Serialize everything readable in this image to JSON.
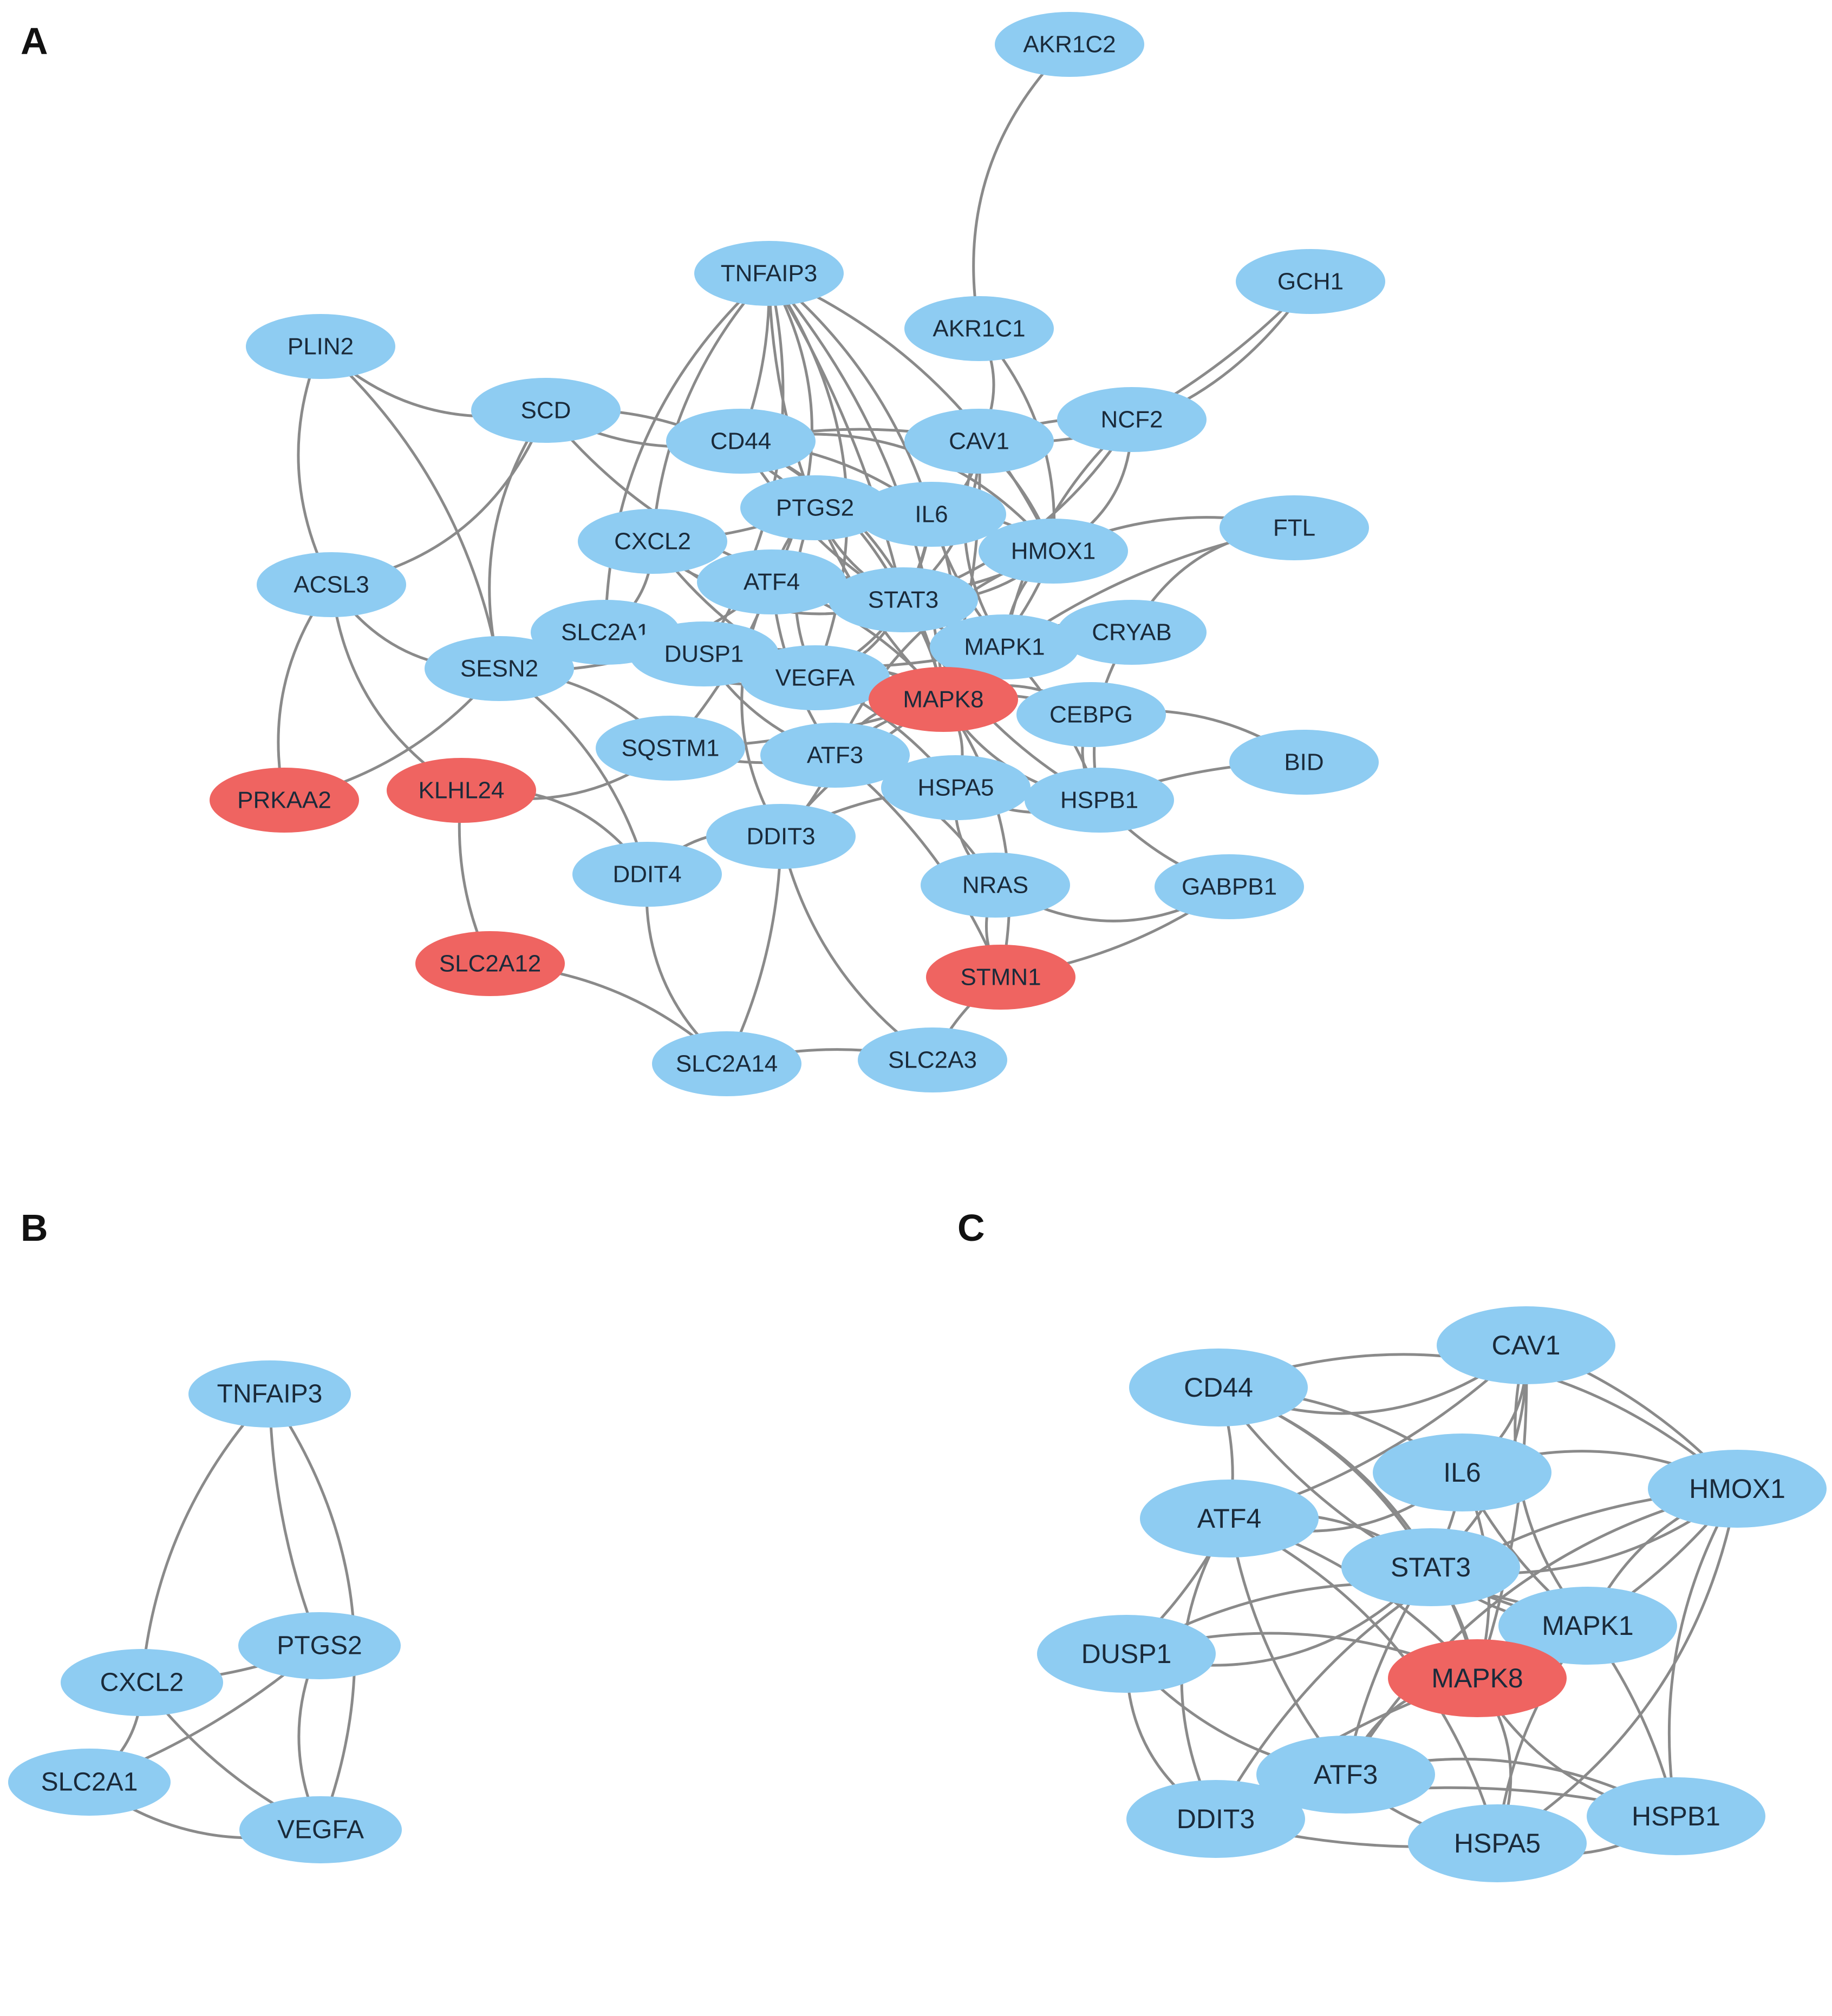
{
  "colors": {
    "default_node": "#8ECCF2",
    "highlight_node": "#EF6461",
    "edge": "#8A8A8A",
    "label_text": "#1A2A3A"
  },
  "panels": [
    {
      "id": "A",
      "letter": "A",
      "nodes": [
        {
          "id": "AKR1C2",
          "label": "AKR1C2",
          "highlight": false
        },
        {
          "id": "TNFAIP3",
          "label": "TNFAIP3",
          "highlight": false
        },
        {
          "id": "AKR1C1",
          "label": "AKR1C1",
          "highlight": false
        },
        {
          "id": "GCH1",
          "label": "GCH1",
          "highlight": false
        },
        {
          "id": "PLIN2",
          "label": "PLIN2",
          "highlight": false
        },
        {
          "id": "SCD",
          "label": "SCD",
          "highlight": false
        },
        {
          "id": "CD44",
          "label": "CD44",
          "highlight": false
        },
        {
          "id": "CAV1",
          "label": "CAV1",
          "highlight": false
        },
        {
          "id": "NCF2",
          "label": "NCF2",
          "highlight": false
        },
        {
          "id": "PTGS2",
          "label": "PTGS2",
          "highlight": false
        },
        {
          "id": "IL6",
          "label": "IL6",
          "highlight": false
        },
        {
          "id": "FTL",
          "label": "FTL",
          "highlight": false
        },
        {
          "id": "CXCL2",
          "label": "CXCL2",
          "highlight": false
        },
        {
          "id": "HMOX1",
          "label": "HMOX1",
          "highlight": false
        },
        {
          "id": "ACSL3",
          "label": "ACSL3",
          "highlight": false
        },
        {
          "id": "ATF4",
          "label": "ATF4",
          "highlight": false
        },
        {
          "id": "STAT3",
          "label": "STAT3",
          "highlight": false
        },
        {
          "id": "SLC2A1",
          "label": "SLC2A1",
          "highlight": false
        },
        {
          "id": "CRYAB",
          "label": "CRYAB",
          "highlight": false
        },
        {
          "id": "MAPK1",
          "label": "MAPK1",
          "highlight": false
        },
        {
          "id": "SESN2",
          "label": "SESN2",
          "highlight": false
        },
        {
          "id": "DUSP1",
          "label": "DUSP1",
          "highlight": false
        },
        {
          "id": "VEGFA",
          "label": "VEGFA",
          "highlight": false
        },
        {
          "id": "MAPK8",
          "label": "MAPK8",
          "highlight": true
        },
        {
          "id": "CEBPG",
          "label": "CEBPG",
          "highlight": false
        },
        {
          "id": "SQSTM1",
          "label": "SQSTM1",
          "highlight": false
        },
        {
          "id": "ATF3",
          "label": "ATF3",
          "highlight": false
        },
        {
          "id": "BID",
          "label": "BID",
          "highlight": false
        },
        {
          "id": "PRKAA2",
          "label": "PRKAA2",
          "highlight": true
        },
        {
          "id": "KLHL24",
          "label": "KLHL24",
          "highlight": true
        },
        {
          "id": "HSPA5",
          "label": "HSPA5",
          "highlight": false
        },
        {
          "id": "HSPB1",
          "label": "HSPB1",
          "highlight": false
        },
        {
          "id": "DDIT3",
          "label": "DDIT3",
          "highlight": false
        },
        {
          "id": "DDIT4",
          "label": "DDIT4",
          "highlight": false
        },
        {
          "id": "NRAS",
          "label": "NRAS",
          "highlight": false
        },
        {
          "id": "GABPB1",
          "label": "GABPB1",
          "highlight": false
        },
        {
          "id": "SLC2A12",
          "label": "SLC2A12",
          "highlight": true
        },
        {
          "id": "STMN1",
          "label": "STMN1",
          "highlight": true
        },
        {
          "id": "SLC2A14",
          "label": "SLC2A14",
          "highlight": false
        },
        {
          "id": "SLC2A3",
          "label": "SLC2A3",
          "highlight": false
        }
      ],
      "edges": [
        [
          "AKR1C2",
          "AKR1C1"
        ],
        [
          "TNFAIP3",
          "CD44"
        ],
        [
          "TNFAIP3",
          "PTGS2"
        ],
        [
          "TNFAIP3",
          "IL6"
        ],
        [
          "TNFAIP3",
          "CXCL2"
        ],
        [
          "TNFAIP3",
          "ATF4"
        ],
        [
          "TNFAIP3",
          "STAT3"
        ],
        [
          "TNFAIP3",
          "VEGFA"
        ],
        [
          "TNFAIP3",
          "MAPK8"
        ],
        [
          "TNFAIP3",
          "HMOX1"
        ],
        [
          "TNFAIP3",
          "DUSP1"
        ],
        [
          "TNFAIP3",
          "SLC2A1"
        ],
        [
          "AKR1C1",
          "CAV1"
        ],
        [
          "AKR1C1",
          "HMOX1"
        ],
        [
          "GCH1",
          "NCF2"
        ],
        [
          "GCH1",
          "CAV1"
        ],
        [
          "PLIN2",
          "SCD"
        ],
        [
          "PLIN2",
          "ACSL3"
        ],
        [
          "PLIN2",
          "SESN2"
        ],
        [
          "SCD",
          "ACSL3"
        ],
        [
          "SCD",
          "CD44"
        ],
        [
          "SCD",
          "STAT3"
        ],
        [
          "SCD",
          "SESN2"
        ],
        [
          "SCD",
          "PTGS2"
        ],
        [
          "CD44",
          "CAV1"
        ],
        [
          "CD44",
          "IL6"
        ],
        [
          "CD44",
          "STAT3"
        ],
        [
          "CD44",
          "MAPK1"
        ],
        [
          "CD44",
          "HMOX1"
        ],
        [
          "CD44",
          "MAPK8"
        ],
        [
          "CAV1",
          "IL6"
        ],
        [
          "CAV1",
          "STAT3"
        ],
        [
          "CAV1",
          "MAPK1"
        ],
        [
          "CAV1",
          "HMOX1"
        ],
        [
          "CAV1",
          "MAPK8"
        ],
        [
          "CAV1",
          "NCF2"
        ],
        [
          "NCF2",
          "HMOX1"
        ],
        [
          "NCF2",
          "MAPK1"
        ],
        [
          "NCF2",
          "STAT3"
        ],
        [
          "PTGS2",
          "IL6"
        ],
        [
          "PTGS2",
          "STAT3"
        ],
        [
          "PTGS2",
          "VEGFA"
        ],
        [
          "PTGS2",
          "CXCL2"
        ],
        [
          "PTGS2",
          "MAPK8"
        ],
        [
          "PTGS2",
          "ATF4"
        ],
        [
          "IL6",
          "STAT3"
        ],
        [
          "IL6",
          "HMOX1"
        ],
        [
          "IL6",
          "MAPK1"
        ],
        [
          "IL6",
          "MAPK8"
        ],
        [
          "IL6",
          "VEGFA"
        ],
        [
          "FTL",
          "HMOX1"
        ],
        [
          "FTL",
          "MAPK8"
        ],
        [
          "FTL",
          "CRYAB"
        ],
        [
          "CXCL2",
          "ATF4"
        ],
        [
          "CXCL2",
          "STAT3"
        ],
        [
          "CXCL2",
          "SLC2A1"
        ],
        [
          "CXCL2",
          "VEGFA"
        ],
        [
          "HMOX1",
          "STAT3"
        ],
        [
          "HMOX1",
          "MAPK1"
        ],
        [
          "HMOX1",
          "MAPK8"
        ],
        [
          "HMOX1",
          "ATF4"
        ],
        [
          "HMOX1",
          "ATF3"
        ],
        [
          "ACSL3",
          "SESN2"
        ],
        [
          "ACSL3",
          "PRKAA2"
        ],
        [
          "ACSL3",
          "KLHL24"
        ],
        [
          "ATF4",
          "STAT3"
        ],
        [
          "ATF4",
          "ATF3"
        ],
        [
          "ATF4",
          "DDIT3"
        ],
        [
          "ATF4",
          "SESN2"
        ],
        [
          "ATF4",
          "MAPK8"
        ],
        [
          "ATF4",
          "SQSTM1"
        ],
        [
          "STAT3",
          "MAPK1"
        ],
        [
          "STAT3",
          "MAPK8"
        ],
        [
          "STAT3",
          "VEGFA"
        ],
        [
          "STAT3",
          "HSPB1"
        ],
        [
          "SLC2A1",
          "DUSP1"
        ],
        [
          "SLC2A1",
          "VEGFA"
        ],
        [
          "SLC2A1",
          "SESN2"
        ],
        [
          "CRYAB",
          "MAPK1"
        ],
        [
          "CRYAB",
          "HSPB1"
        ],
        [
          "MAPK1",
          "MAPK8"
        ],
        [
          "MAPK1",
          "HSPB1"
        ],
        [
          "SESN2",
          "PRKAA2"
        ],
        [
          "SESN2",
          "SQSTM1"
        ],
        [
          "SESN2",
          "DDIT4"
        ],
        [
          "DUSP1",
          "MAPK8"
        ],
        [
          "DUSP1",
          "MAPK1"
        ],
        [
          "DUSP1",
          "ATF3"
        ],
        [
          "VEGFA",
          "MAPK8"
        ],
        [
          "VEGFA",
          "HSPA5"
        ],
        [
          "MAPK8",
          "ATF3"
        ],
        [
          "MAPK8",
          "HSPB1"
        ],
        [
          "MAPK8",
          "CEBPG"
        ],
        [
          "MAPK8",
          "HSPA5"
        ],
        [
          "MAPK8",
          "STMN1"
        ],
        [
          "MAPK8",
          "DDIT3"
        ],
        [
          "MAPK8",
          "SQSTM1"
        ],
        [
          "CEBPG",
          "BID"
        ],
        [
          "CEBPG",
          "HSPB1"
        ],
        [
          "CEBPG",
          "ATF3"
        ],
        [
          "SQSTM1",
          "ATF3"
        ],
        [
          "SQSTM1",
          "KLHL24"
        ],
        [
          "ATF3",
          "HSPA5"
        ],
        [
          "ATF3",
          "DDIT3"
        ],
        [
          "ATF3",
          "NRAS"
        ],
        [
          "BID",
          "HSPB1"
        ],
        [
          "KLHL24",
          "DDIT4"
        ],
        [
          "KLHL24",
          "SLC2A12"
        ],
        [
          "HSPA5",
          "HSPB1"
        ],
        [
          "HSPA5",
          "NRAS"
        ],
        [
          "HSPA5",
          "DDIT3"
        ],
        [
          "HSPB1",
          "GABPB1"
        ],
        [
          "DDIT3",
          "DDIT4"
        ],
        [
          "DDIT3",
          "SLC2A14"
        ],
        [
          "DDIT4",
          "SLC2A14"
        ],
        [
          "NRAS",
          "GABPB1"
        ],
        [
          "NRAS",
          "STMN1"
        ],
        [
          "GABPB1",
          "STMN1"
        ],
        [
          "SLC2A12",
          "SLC2A14"
        ],
        [
          "SLC2A14",
          "SLC2A3"
        ],
        [
          "SLC2A3",
          "DDIT3"
        ],
        [
          "STMN1",
          "SLC2A3"
        ],
        [
          "STMN1",
          "ATF3"
        ]
      ]
    },
    {
      "id": "B",
      "letter": "B",
      "nodes": [
        {
          "id": "TNFAIP3",
          "label": "TNFAIP3",
          "highlight": false
        },
        {
          "id": "PTGS2",
          "label": "PTGS2",
          "highlight": false
        },
        {
          "id": "CXCL2",
          "label": "CXCL2",
          "highlight": false
        },
        {
          "id": "SLC2A1",
          "label": "SLC2A1",
          "highlight": false
        },
        {
          "id": "VEGFA",
          "label": "VEGFA",
          "highlight": false
        }
      ],
      "edges": [
        [
          "TNFAIP3",
          "PTGS2"
        ],
        [
          "TNFAIP3",
          "CXCL2"
        ],
        [
          "TNFAIP3",
          "VEGFA"
        ],
        [
          "PTGS2",
          "CXCL2"
        ],
        [
          "PTGS2",
          "VEGFA"
        ],
        [
          "PTGS2",
          "SLC2A1"
        ],
        [
          "CXCL2",
          "SLC2A1"
        ],
        [
          "CXCL2",
          "VEGFA"
        ],
        [
          "SLC2A1",
          "VEGFA"
        ]
      ]
    },
    {
      "id": "C",
      "letter": "C",
      "nodes": [
        {
          "id": "CAV1",
          "label": "CAV1",
          "highlight": false
        },
        {
          "id": "CD44",
          "label": "CD44",
          "highlight": false
        },
        {
          "id": "IL6",
          "label": "IL6",
          "highlight": false
        },
        {
          "id": "HMOX1",
          "label": "HMOX1",
          "highlight": false
        },
        {
          "id": "ATF4",
          "label": "ATF4",
          "highlight": false
        },
        {
          "id": "STAT3",
          "label": "STAT3",
          "highlight": false
        },
        {
          "id": "MAPK1",
          "label": "MAPK1",
          "highlight": false
        },
        {
          "id": "DUSP1",
          "label": "DUSP1",
          "highlight": false
        },
        {
          "id": "MAPK8",
          "label": "MAPK8",
          "highlight": true
        },
        {
          "id": "ATF3",
          "label": "ATF3",
          "highlight": false
        },
        {
          "id": "DDIT3",
          "label": "DDIT3",
          "highlight": false
        },
        {
          "id": "HSPB1",
          "label": "HSPB1",
          "highlight": false
        },
        {
          "id": "HSPA5",
          "label": "HSPA5",
          "highlight": false
        }
      ],
      "edges": [
        [
          "CAV1",
          "CD44"
        ],
        [
          "CAV1",
          "IL6"
        ],
        [
          "CAV1",
          "HMOX1"
        ],
        [
          "CAV1",
          "STAT3"
        ],
        [
          "CAV1",
          "MAPK1"
        ],
        [
          "CAV1",
          "MAPK8"
        ],
        [
          "CAV1",
          "ATF4"
        ],
        [
          "CD44",
          "IL6"
        ],
        [
          "CD44",
          "STAT3"
        ],
        [
          "CD44",
          "HMOX1"
        ],
        [
          "CD44",
          "MAPK8"
        ],
        [
          "CD44",
          "ATF4"
        ],
        [
          "CD44",
          "MAPK1"
        ],
        [
          "IL6",
          "HMOX1"
        ],
        [
          "IL6",
          "STAT3"
        ],
        [
          "IL6",
          "MAPK1"
        ],
        [
          "IL6",
          "MAPK8"
        ],
        [
          "IL6",
          "ATF4"
        ],
        [
          "HMOX1",
          "STAT3"
        ],
        [
          "HMOX1",
          "MAPK1"
        ],
        [
          "HMOX1",
          "MAPK8"
        ],
        [
          "HMOX1",
          "ATF3"
        ],
        [
          "HMOX1",
          "HSPA5"
        ],
        [
          "HMOX1",
          "HSPB1"
        ],
        [
          "HMOX1",
          "DDIT3"
        ],
        [
          "ATF4",
          "STAT3"
        ],
        [
          "ATF4",
          "ATF3"
        ],
        [
          "ATF4",
          "DDIT3"
        ],
        [
          "ATF4",
          "MAPK8"
        ],
        [
          "ATF4",
          "DUSP1"
        ],
        [
          "ATF4",
          "HSPA5"
        ],
        [
          "STAT3",
          "MAPK1"
        ],
        [
          "STAT3",
          "MAPK8"
        ],
        [
          "STAT3",
          "DUSP1"
        ],
        [
          "STAT3",
          "ATF3"
        ],
        [
          "MAPK1",
          "MAPK8"
        ],
        [
          "MAPK1",
          "HSPB1"
        ],
        [
          "MAPK1",
          "HSPA5"
        ],
        [
          "MAPK1",
          "DUSP1"
        ],
        [
          "DUSP1",
          "MAPK8"
        ],
        [
          "DUSP1",
          "ATF3"
        ],
        [
          "DUSP1",
          "DDIT3"
        ],
        [
          "MAPK8",
          "ATF3"
        ],
        [
          "MAPK8",
          "HSPA5"
        ],
        [
          "MAPK8",
          "HSPB1"
        ],
        [
          "MAPK8",
          "DDIT3"
        ],
        [
          "ATF3",
          "DDIT3"
        ],
        [
          "ATF3",
          "HSPA5"
        ],
        [
          "ATF3",
          "HSPB1"
        ],
        [
          "DDIT3",
          "HSPA5"
        ],
        [
          "HSPA5",
          "HSPB1"
        ],
        [
          "DDIT3",
          "HSPB1"
        ]
      ]
    }
  ]
}
